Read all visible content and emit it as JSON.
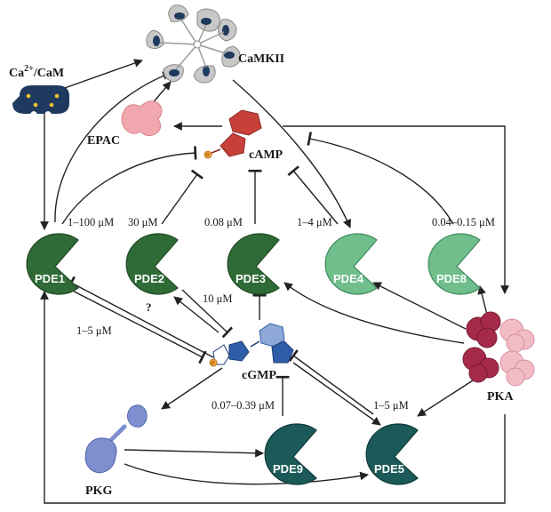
{
  "labels": {
    "camkii": "CaMKII",
    "ca_cam_main": "Ca",
    "ca_cam_sup": "2+",
    "ca_cam_rest": "/CaM",
    "epac": "EPAC",
    "camp": "cAMP",
    "cgmp": "cGMP",
    "pka": "PKA",
    "pkg": "PKG",
    "question": "?"
  },
  "pdes": {
    "pde1": "PDE1",
    "pde2": "PDE2",
    "pde3": "PDE3",
    "pde4": "PDE4",
    "pde8": "PDE8",
    "pde9": "PDE9",
    "pde5": "PDE5"
  },
  "concentrations": {
    "pde1_camp": "1–100 μM",
    "pde2_camp": "30 μM",
    "pde3_camp": "0.08 μM",
    "pde4_camp": "1–4 μM",
    "pde8_camp": "0.04–0.15 μM",
    "pde2_cgmp": "10 μM",
    "pde1_cgmp": "1–5 μM",
    "pde9_cgmp": "0.07–0.39 μM",
    "pde5_cgmp": "1–5 μM"
  },
  "colors": {
    "pde_dark_green": "#2f6b36",
    "pde_light_green": "#6fbe8c",
    "pde_teal": "#1b5a58",
    "pka_dark": "#a52a4a",
    "pka_light": "#f2bcc4",
    "camp_red": "#c8403a",
    "cgmp_blue": "#2e5ea8",
    "epac_pink": "#f0a8ae",
    "pkg_purple": "#7d8fcf",
    "cam_navy": "#1f3a5f",
    "camkii_grey": "#c8c8c8"
  }
}
